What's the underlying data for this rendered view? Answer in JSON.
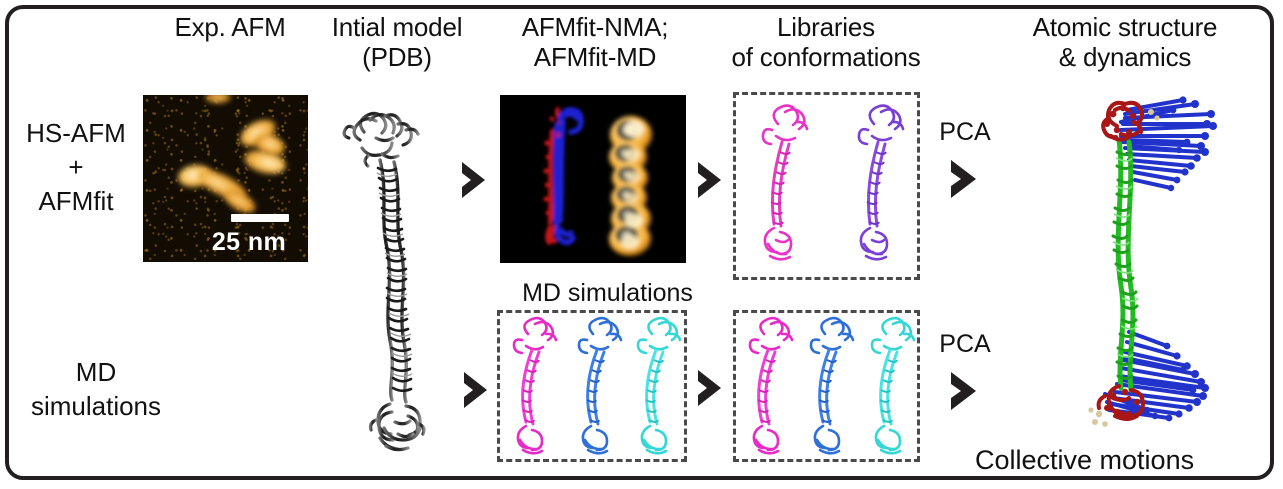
{
  "figure": {
    "title": "AFMfit workflow schematic",
    "frame_color": "#231f20",
    "background": "#ffffff"
  },
  "column_headers": [
    {
      "id": "exp-afm",
      "label": "Exp. AFM"
    },
    {
      "id": "initial-model",
      "label": "Intial model\n(PDB)"
    },
    {
      "id": "afmfit",
      "label": "AFMfit-NMA;\nAFMfit-MD"
    },
    {
      "id": "libraries",
      "label": "Libraries\nof conformations"
    },
    {
      "id": "atomic",
      "label": "Atomic structure\n& dynamics"
    }
  ],
  "row_labels": [
    {
      "id": "hs-afm-afmfit",
      "label": "HS-AFM\n+\nAFMfit"
    },
    {
      "id": "md-simulations",
      "label": "MD\nsimulations"
    }
  ],
  "inline_labels": {
    "md_simulations_box": "MD simulations",
    "pca_top": "PCA",
    "pca_bottom": "PCA",
    "collective_motions": "Collective motions"
  },
  "afm_image": {
    "name": "experimental-afm-image",
    "scale_bar_label": "25 nm",
    "background_color": "#120c03",
    "feature_color": "#f2a93b"
  },
  "afmfit_panel": {
    "name": "afmfit-fitting-panel",
    "background_color": "#000000",
    "model_colors": [
      "#1f22c8",
      "#cc1111"
    ],
    "simulated_afm_color": "#f5a623"
  },
  "structures": {
    "initial_model": {
      "name": "pdb-initial-model",
      "color": "#2b2b2b"
    },
    "library_top": [
      {
        "name": "conformation-magenta",
        "color": "#e832c8"
      },
      {
        "name": "conformation-violet",
        "color": "#7a3fd4"
      }
    ],
    "md_box": [
      {
        "name": "md-conformation-magenta",
        "color": "#e62bc8"
      },
      {
        "name": "md-conformation-blue",
        "color": "#2f6fd8"
      },
      {
        "name": "md-conformation-cyan",
        "color": "#35d6d6"
      }
    ],
    "library_bottom": [
      {
        "name": "library-conformation-magenta",
        "color": "#e62bc8"
      },
      {
        "name": "library-conformation-blue",
        "color": "#2f6fd8"
      },
      {
        "name": "library-conformation-cyan",
        "color": "#35d6d6"
      }
    ],
    "collective_motions": {
      "name": "collective-motions-structure",
      "backbone_color": "#22bb22",
      "cap_color": "#a81616",
      "vector_color": "#2233cc"
    }
  },
  "arrows": [
    {
      "id": "arrow-afm-to-model",
      "direction": "right"
    },
    {
      "id": "arrow-model-to-afmfit",
      "direction": "right"
    },
    {
      "id": "arrow-afmfit-to-library",
      "direction": "right"
    },
    {
      "id": "arrow-library-to-pca-top",
      "direction": "right"
    },
    {
      "id": "arrow-model-to-md",
      "direction": "right"
    },
    {
      "id": "arrow-md-to-library",
      "direction": "right"
    },
    {
      "id": "arrow-library-to-pca-bottom",
      "direction": "right"
    }
  ]
}
